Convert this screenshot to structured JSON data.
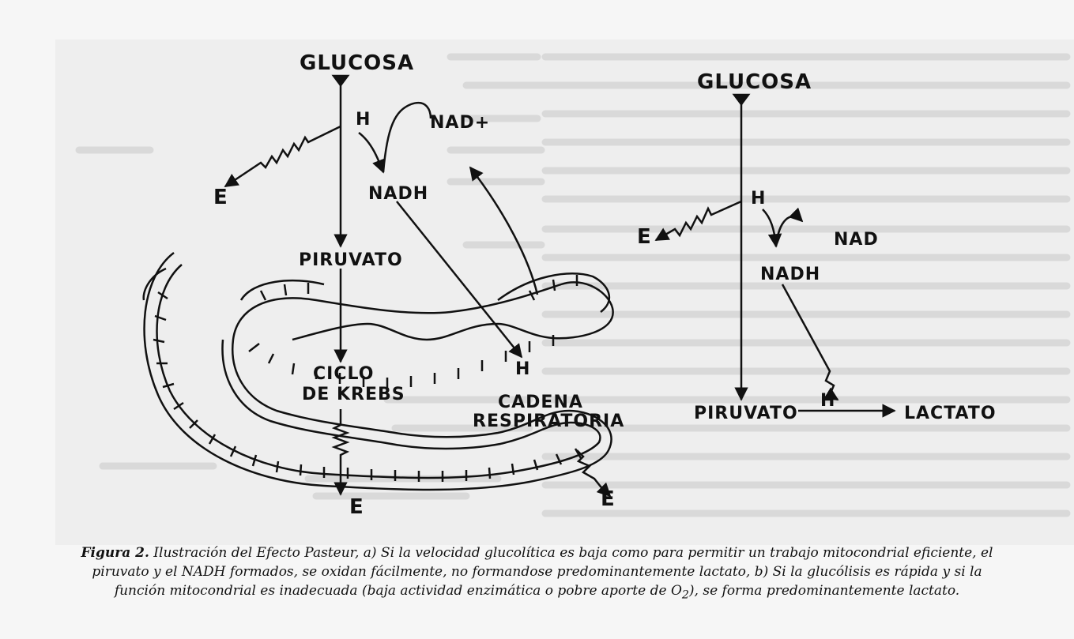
{
  "diagram": {
    "left": {
      "glucose": "GLUCOSA",
      "h_top": "H",
      "nad_plus": "NAD+",
      "nadh": "NADH",
      "e_left": "E",
      "pyruvate": "PIRUVATO",
      "krebs_line1": "CICLO",
      "krebs_line2": "DE KREBS",
      "h_cadena": "H",
      "cadena_line1": "CADENA",
      "cadena_line2": "RESPIRATORIA",
      "e_bottom": "E",
      "e_right": "E"
    },
    "right": {
      "glucose": "GLUCOSA",
      "h_top": "H",
      "nad": "NAD",
      "nadh": "NADH",
      "e_left": "E",
      "h_bottom": "H",
      "pyruvate": "PIRUVATO",
      "lactate": "LACTATO"
    }
  },
  "caption": {
    "label": "Figura 2.",
    "line1": " Ilustración del Efecto Pasteur, a) Si la velocidad glucolítica es baja como para permitir un trabajo mitocondrial eficiente, el",
    "line2": "piruvato y el NADH formados, se oxidan fácilmente, no formandose predominantemente lactato, b) Si la glucólisis es rápida y si la",
    "line3_pre": "función mitocondrial es inadecuada (baja actividad enzimática o pobre aporte de O",
    "line3_sub": "2",
    "line3_post": "), se forma predominantemente lactato."
  }
}
